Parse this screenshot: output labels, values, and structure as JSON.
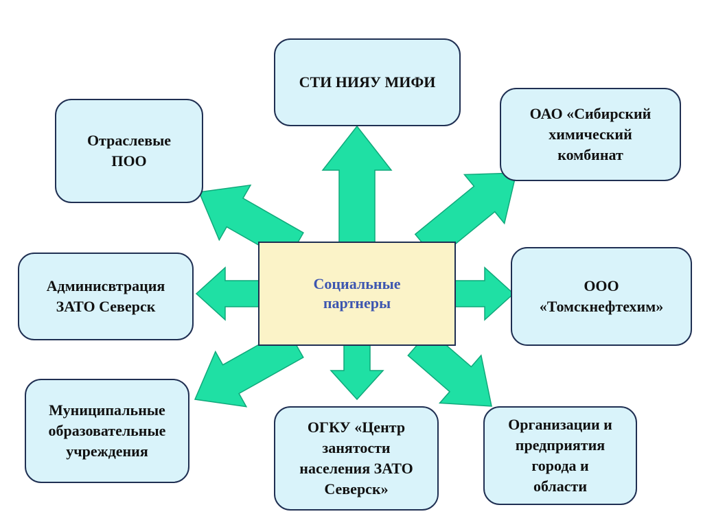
{
  "center": {
    "label": "Социальные\nпартнеры"
  },
  "partners": [
    {
      "id": "sti",
      "label": "СТИ НИЯУ МИФИ"
    },
    {
      "id": "oao",
      "label": "ОАО «Сибирский\nхимический\nкомбинат"
    },
    {
      "id": "ooo",
      "label": "ООО\n«Томскнефтехим»"
    },
    {
      "id": "org",
      "label": "Организации и\nпредприятия\nгорода и\nобласти"
    },
    {
      "id": "ogku",
      "label": "ОГКУ «Центр\nзанятости\nнаселения ЗАТО\nСеверск»"
    },
    {
      "id": "mun",
      "label": "Муниципальные\nобразовательные\nучреждения"
    },
    {
      "id": "adm",
      "label": "Админисвтрация\nЗАТО Северск"
    },
    {
      "id": "poo",
      "label": "Отраслевые\nПОО"
    }
  ],
  "colors": {
    "arrow_fill": "#1fe0a4",
    "arrow_stroke": "#0fa87a",
    "box_fill": "#d9f3fa",
    "center_fill": "#fbf3c8",
    "border": "#1f2f52",
    "center_text": "#3d56b0"
  }
}
